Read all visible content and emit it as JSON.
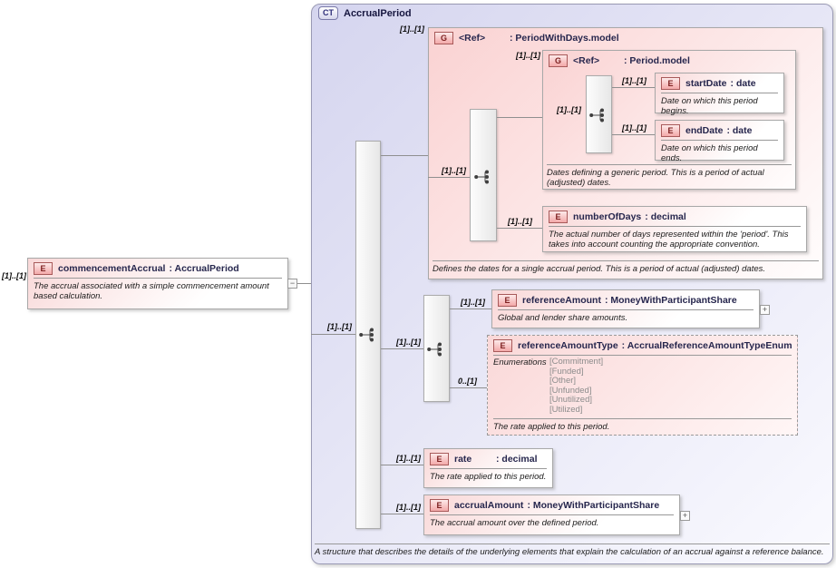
{
  "root_element": {
    "cardinality": "[1]..[1]",
    "badge": "E",
    "name": "commencementAccrual",
    "type": ": AccrualPeriod",
    "description": "The accrual associated with a simple commencement amount based calculation."
  },
  "complex_type": {
    "badge": "CT",
    "title": "AccrualPeriod",
    "description": "A structure that describes the details of the underlying elements that explain the calculation of an accrual against a reference balance."
  },
  "sequences": {
    "main": {
      "cardinality": "[1]..[1]"
    },
    "period_with_days": {
      "cardinality": "[1]..[1]"
    },
    "period": {
      "cardinality": "[1]..[1]"
    },
    "amounts": {
      "cardinality": "[1]..[1]"
    }
  },
  "groups": {
    "period_with_days": {
      "badge": "G",
      "name": "<Ref>",
      "type": ": PeriodWithDays.model",
      "cardinality": "[1]..[1]",
      "description": "Defines the dates for a single accrual period. This is a period of actual (adjusted) dates."
    },
    "period": {
      "badge": "G",
      "name": "<Ref>",
      "type": ": Period.model",
      "description": "Dates defining a generic period. This is a period of actual (adjusted) dates."
    }
  },
  "elements": {
    "start_date": {
      "badge": "E",
      "cardinality": "[1]..[1]",
      "name": "startDate",
      "type": ": date",
      "description": "Date on which this period begins."
    },
    "end_date": {
      "badge": "E",
      "cardinality": "[1]..[1]",
      "name": "endDate",
      "type": ": date",
      "description": "Date on which this period ends."
    },
    "number_of_days": {
      "badge": "E",
      "cardinality": "[1]..[1]",
      "name": "numberOfDays",
      "type": ": decimal",
      "description": "The actual number of days represented within the 'period'. This takes into account counting the appropriate convention."
    },
    "reference_amount": {
      "badge": "E",
      "cardinality": "[1]..[1]",
      "name": "referenceAmount",
      "type": ": MoneyWithParticipantShare",
      "description": "Global and lender share amounts."
    },
    "reference_amount_type": {
      "badge": "E",
      "cardinality": "0..[1]",
      "name": "referenceAmountType",
      "type": ": AccrualReferenceAmountTypeEnum",
      "enumerations_label": "Enumerations",
      "enumerations": [
        "[Commitment]",
        "[Funded]",
        "[Other]",
        "[Unfunded]",
        "[Unutilized]",
        "[Utilized]"
      ],
      "description": "The rate applied to this period."
    },
    "rate": {
      "badge": "E",
      "cardinality": "[1]..[1]",
      "name": "rate",
      "type": ": decimal",
      "description": "The rate applied to this period."
    },
    "accrual_amount": {
      "badge": "E",
      "cardinality": "[1]..[1]",
      "name": "accrualAmount",
      "type": ": MoneyWithParticipantShare",
      "description": "The accrual amount over the defined period."
    }
  },
  "icons": {
    "plus": "+",
    "minus": "−"
  },
  "colors": {
    "pink_gradient_start": "#fad2d2",
    "lavender_gradient_start": "#d5d5ef",
    "badge_border": "#a85a5a",
    "line": "#8f8f8f"
  }
}
